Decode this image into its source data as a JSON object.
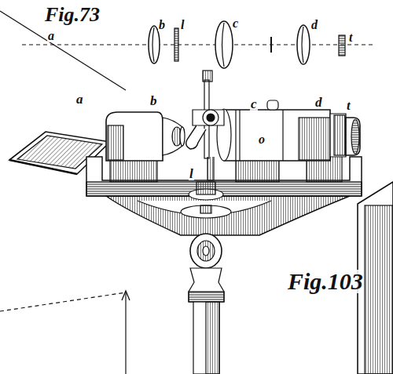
{
  "diagram": {
    "labels": [
      "Fig.73",
      "a",
      "b",
      "l",
      "c",
      "d",
      "t",
      "a",
      "b",
      "c",
      "d",
      "t",
      "l",
      "o",
      "Fig.103"
    ]
  }
}
